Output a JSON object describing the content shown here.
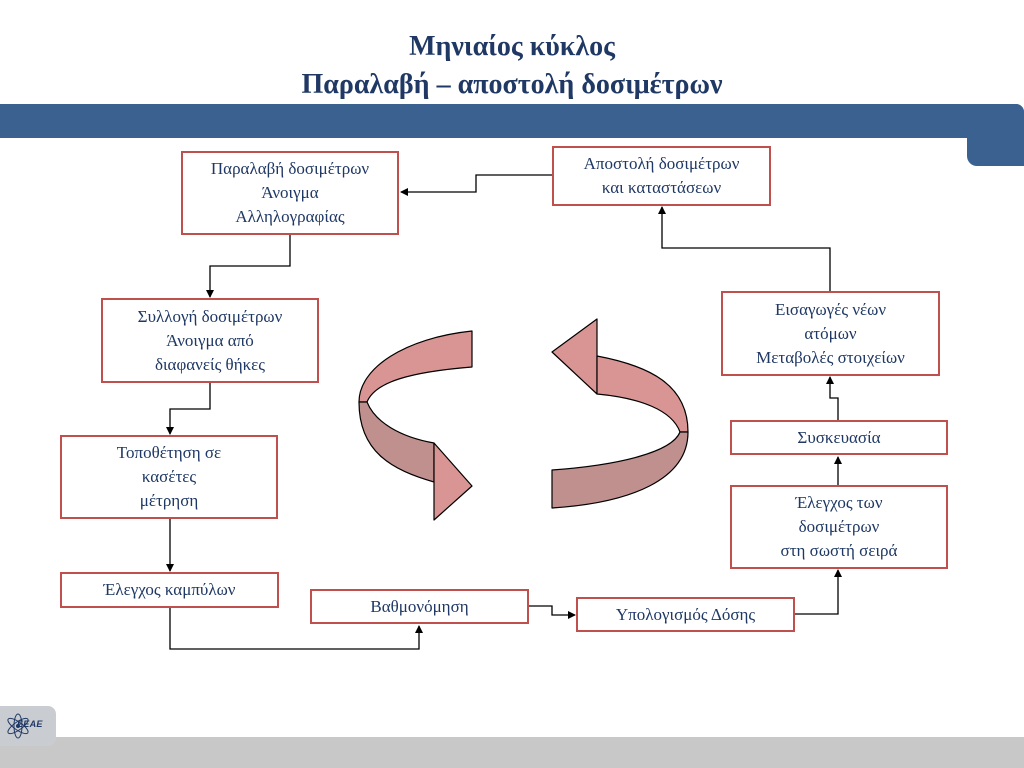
{
  "slide": {
    "title_line1": "Μηνιαίος κύκλος",
    "title_line2": "Παραλαβή – αποστολή δοσιμέτρων"
  },
  "boxes": {
    "receipt": [
      "Παραλαβή δοσιμέτρων",
      "Άνοιγμα",
      "Αλληλογραφίας"
    ],
    "collection": [
      "Συλλογή δοσιμέτρων",
      "Άνοιγμα από",
      "διαφανείς θήκες"
    ],
    "placement": [
      "Τοποθέτηση σε",
      "κασέτες",
      "μέτρηση"
    ],
    "curve_check": [
      "Έλεγχος καμπύλων"
    ],
    "calibration": [
      "Βαθμονόμηση"
    ],
    "dose_calc": [
      "Υπολογισμός Δόσης"
    ],
    "order_check": [
      "Έλεγχος των",
      "δοσιμέτρων",
      "στη σωστή σειρά"
    ],
    "packaging": [
      "Συσκευασία"
    ],
    "new_entries": [
      "Εισαγωγές νέων",
      "ατόμων",
      "Μεταβολές στοιχείων"
    ],
    "dispatch": [
      "Αποστολή δοσιμέτρων",
      "και καταστάσεων"
    ]
  },
  "logo": {
    "text": "ΕΕΑΕ"
  },
  "colors": {
    "title": "#1f3864",
    "band": "#3a6190",
    "box_border": "#c0504d",
    "arrow_fill": "#d99594",
    "arrow_shade": "#c0908f"
  }
}
